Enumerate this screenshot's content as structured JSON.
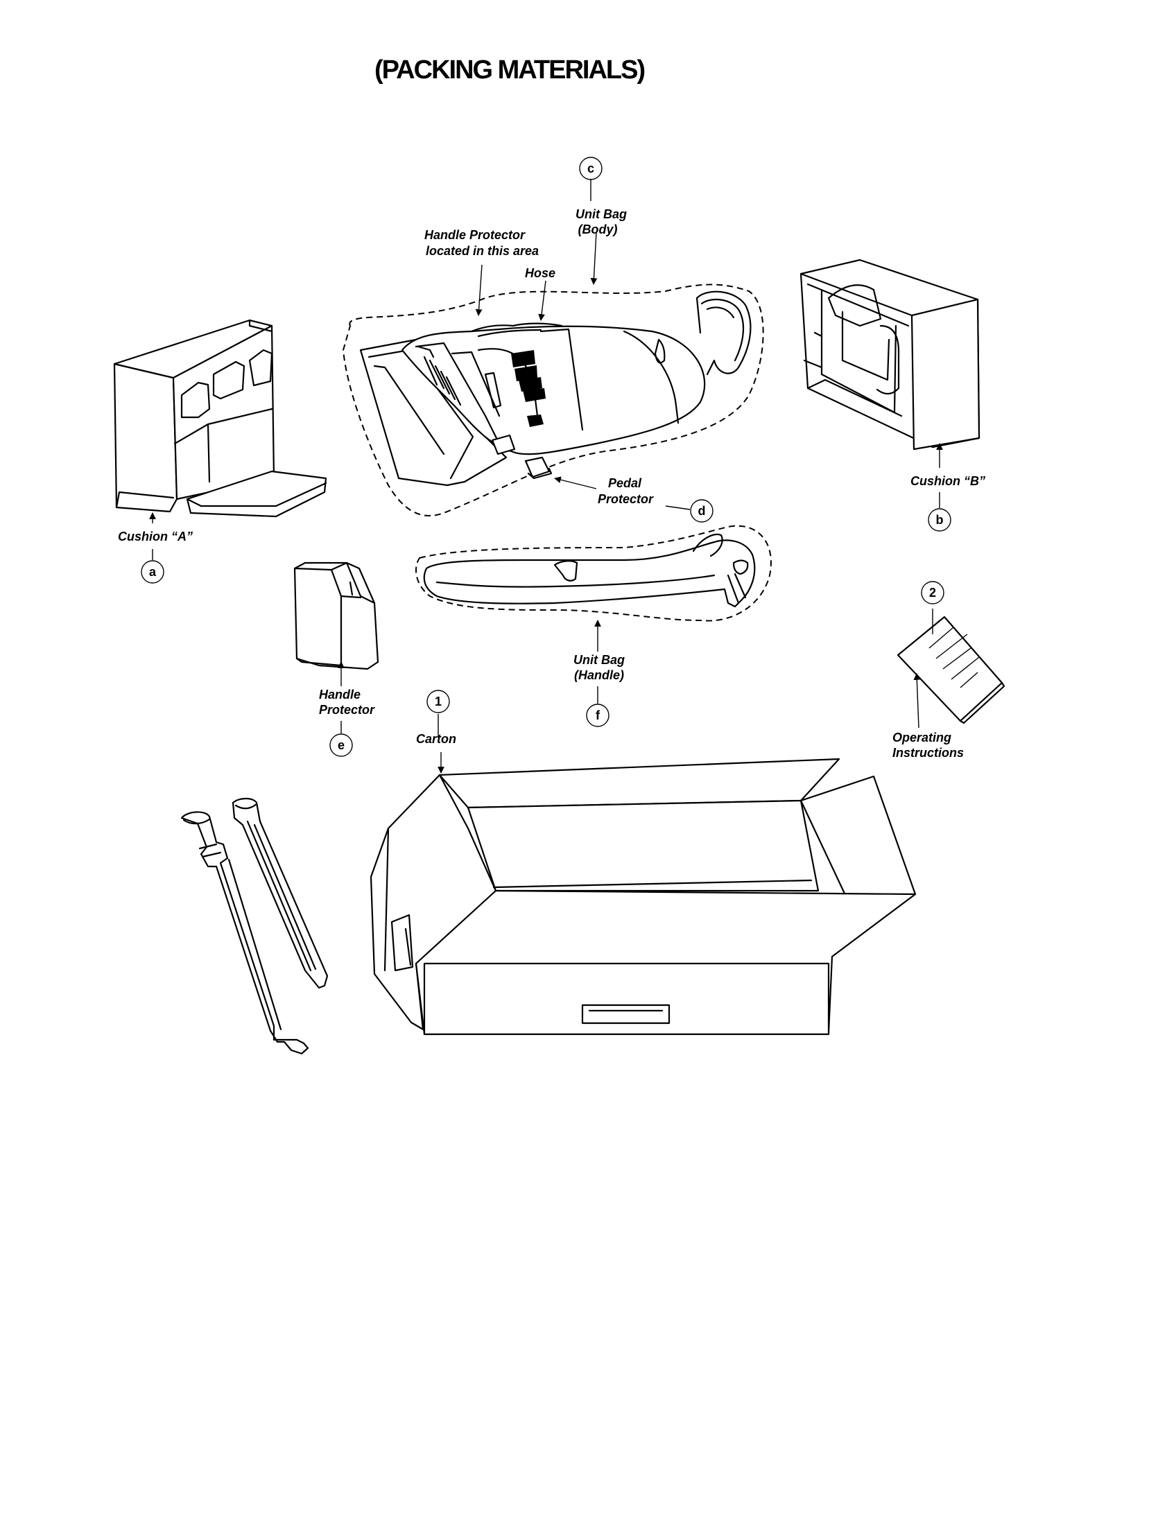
{
  "title": "(PACKING MATERIALS)",
  "labels": {
    "unit_bag_body": [
      "Unit Bag",
      "(Body)"
    ],
    "handle_protector_area": [
      "Handle Protector",
      "located in this area"
    ],
    "hose": "Hose",
    "pedal_protector": [
      "Pedal",
      "Protector"
    ],
    "cushion_a": "Cushion “A”",
    "cushion_b": "Cushion “B”",
    "handle_protector": [
      "Handle",
      "Protector"
    ],
    "unit_bag_handle": [
      "Unit Bag",
      "(Handle)"
    ],
    "carton": "Carton",
    "operating_instructions": [
      "Operating",
      "Instructions"
    ]
  },
  "callouts": {
    "a": "a",
    "b": "b",
    "c": "c",
    "d": "d",
    "e": "e",
    "f": "f",
    "one": "1",
    "two": "2"
  }
}
